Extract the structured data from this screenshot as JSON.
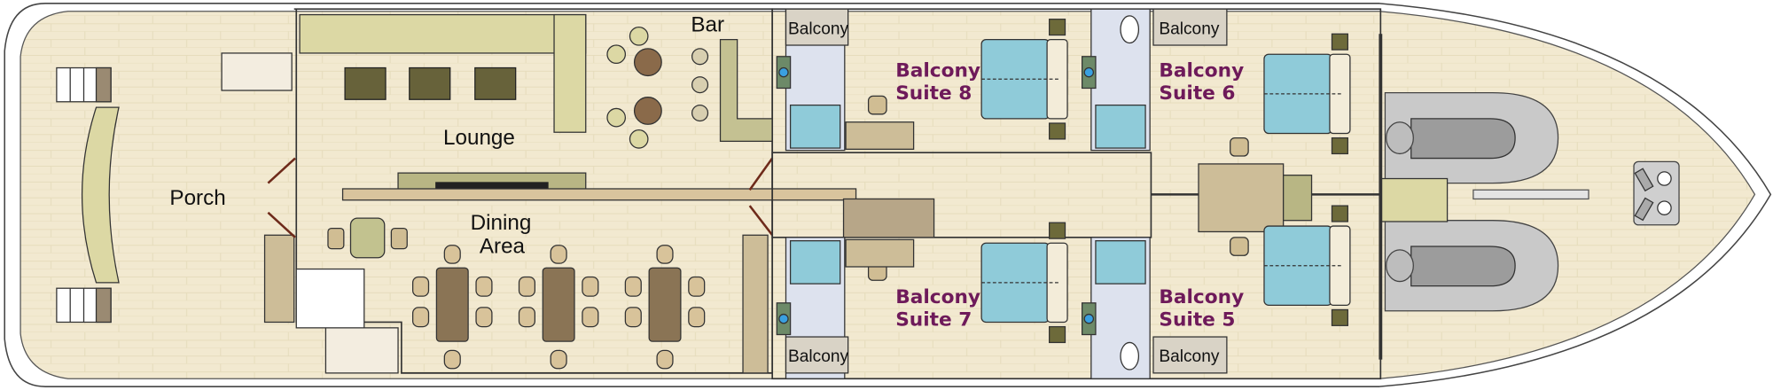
{
  "deck_plan": {
    "areas": {
      "porch": "Porch",
      "lounge": "Lounge",
      "bar": "Bar",
      "dining_line1": "Dining",
      "dining_line2": "Area"
    },
    "balconies": [
      "Balcony",
      "Balcony",
      "Balcony",
      "Balcony"
    ],
    "suites": [
      {
        "line1": "Balcony",
        "line2": "Suite 8"
      },
      {
        "line1": "Balcony",
        "line2": "Suite 6"
      },
      {
        "line1": "Balcony",
        "line2": "Suite 7"
      },
      {
        "line1": "Balcony",
        "line2": "Suite 5"
      }
    ],
    "colors": {
      "deck": "#f2e9d0",
      "interior": "#f8f5ec",
      "cabin": "#fbf1d3",
      "bath": "#dde2ee",
      "bed": "#8fcbd9",
      "suite_label": "#6e1a5a",
      "sofa": "#dcd8a4",
      "dining_table": "#8a7455",
      "balcony": "#d9d3c6",
      "tender": "#c9c9c9"
    }
  }
}
